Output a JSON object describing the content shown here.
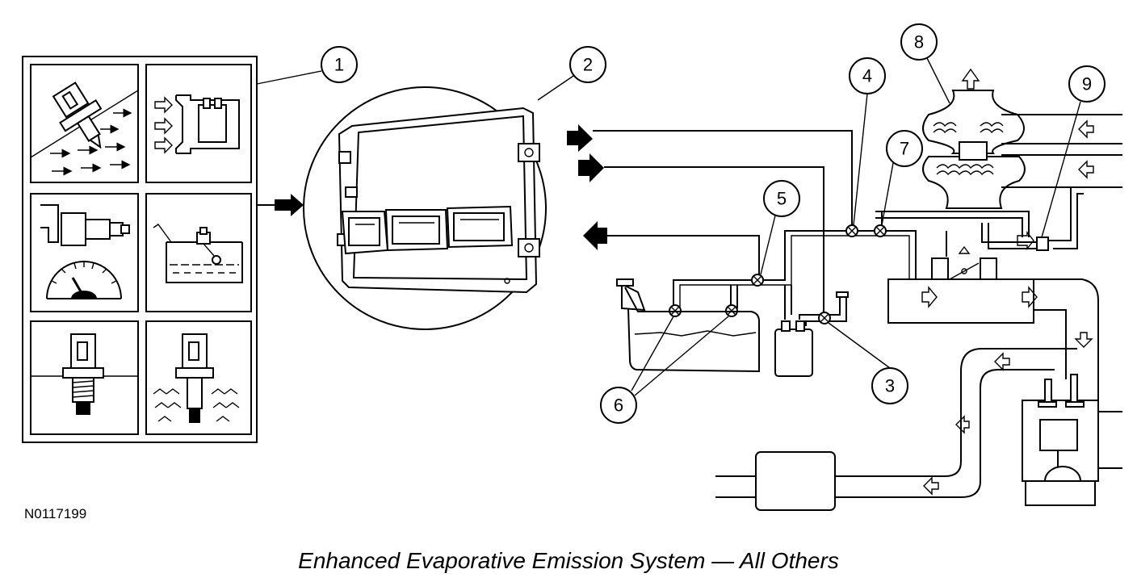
{
  "figure": {
    "caption": "Enhanced Evaporative Emission System — All Others",
    "figure_id": "N0117199"
  },
  "callouts": [
    {
      "id": "callout-1",
      "label": "1"
    },
    {
      "id": "callout-2",
      "label": "2"
    },
    {
      "id": "callout-3",
      "label": "3"
    },
    {
      "id": "callout-4",
      "label": "4"
    },
    {
      "id": "callout-5",
      "label": "5"
    },
    {
      "id": "callout-6",
      "label": "6"
    },
    {
      "id": "callout-7",
      "label": "7"
    },
    {
      "id": "callout-8",
      "label": "8"
    },
    {
      "id": "callout-9",
      "label": "9"
    }
  ]
}
